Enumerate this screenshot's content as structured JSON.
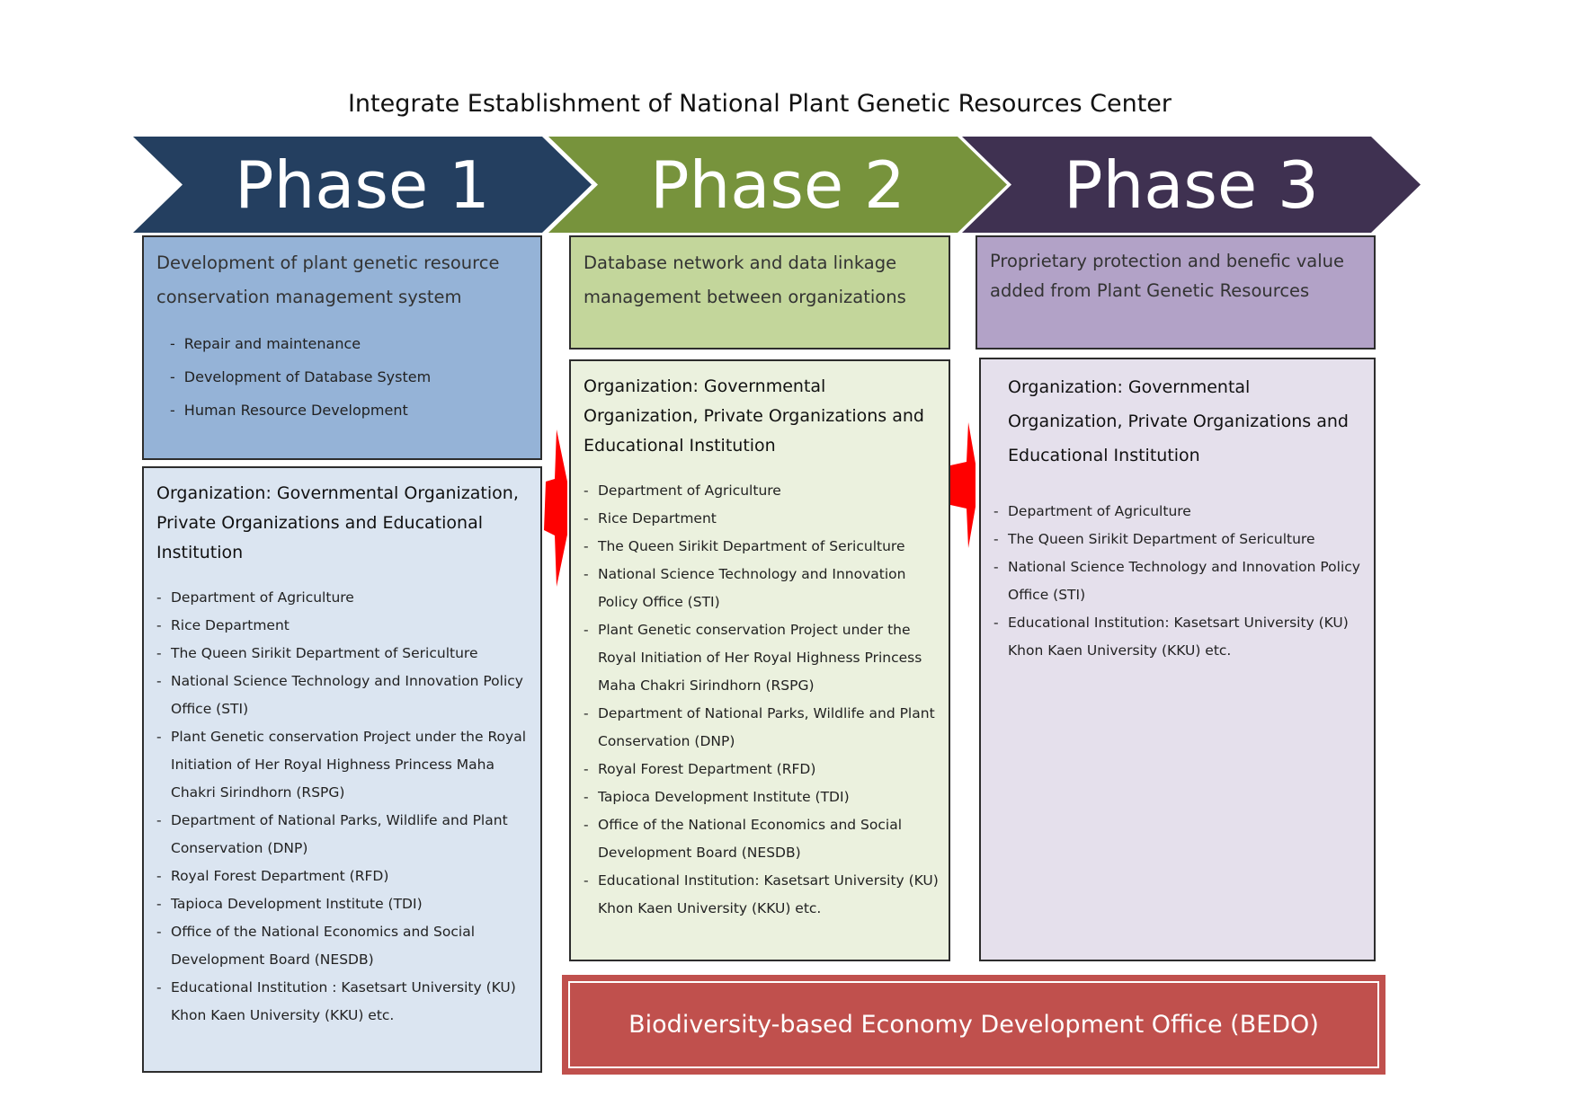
{
  "title": "Integrate Establishment of National Plant Genetic Resources Center",
  "colors": {
    "phase1_arrow": "#243f60",
    "phase2_arrow": "#77933c",
    "phase3_arrow": "#3f3151",
    "phase1_head_bg": "#95b3d7",
    "phase1_org_bg": "#dbe5f1",
    "phase2_head_bg": "#c3d69b",
    "phase2_org_bg": "#ebf1de",
    "phase3_head_bg": "#b2a2c7",
    "phase3_org_bg": "#e5e0ec",
    "bedo_bg": "#c0504d",
    "connector": "#ff0000"
  },
  "phases": [
    {
      "label": "Phase 1",
      "heading": "Development of plant genetic resource conservation management system",
      "items": [
        "Repair and maintenance",
        "Development of Database System",
        "Human Resource Development"
      ],
      "org_title": "Organization: Governmental Organization, Private Organizations and Educational Institution",
      "orgs": [
        "Department of Agriculture",
        "Rice Department",
        "The Queen Sirikit Department of Sericulture",
        "National Science Technology and Innovation Policy Office (STI)",
        "Plant Genetic conservation Project under the Royal Initiation of Her Royal Highness Princess Maha Chakri Sirindhorn (RSPG)",
        "Department of National Parks, Wildlife and Plant Conservation (DNP)",
        "Royal Forest Department (RFD)",
        "Tapioca Development Institute (TDI)",
        "Office of the National Economics and Social Development Board (NESDB)",
        "Educational Institution : Kasetsart University (KU) Khon Kaen University (KKU) etc."
      ]
    },
    {
      "label": "Phase 2",
      "heading": "Database network and data linkage management between organizations",
      "org_title": "Organization: Governmental Organization, Private Organizations and Educational Institution",
      "orgs": [
        "Department of Agriculture",
        "Rice Department",
        "The Queen Sirikit Department of Sericulture",
        "National Science Technology and Innovation Policy Office (STI)",
        "Plant Genetic conservation Project under the Royal Initiation of Her Royal Highness Princess Maha Chakri Sirindhorn (RSPG)",
        "Department of National Parks, Wildlife and Plant Conservation (DNP)",
        "Royal Forest Department (RFD)",
        "Tapioca Development Institute (TDI)",
        "Office of the National Economics and Social Development Board (NESDB)",
        "Educational Institution: Kasetsart University (KU) Khon Kaen University (KKU) etc."
      ]
    },
    {
      "label": "Phase 3",
      "heading": "Proprietary protection and benefic value added from Plant Genetic Resources",
      "org_title": "Organization: Governmental Organization, Private Organizations and Educational Institution",
      "orgs": [
        "Department of Agriculture",
        "The Queen Sirikit Department of Sericulture",
        "National Science Technology and Innovation Policy Office (STI)",
        "Educational Institution: Kasetsart University (KU) Khon Kaen University (KKU) etc."
      ]
    }
  ],
  "bedo": "Biodiversity-based Economy Development Office (BEDO)"
}
